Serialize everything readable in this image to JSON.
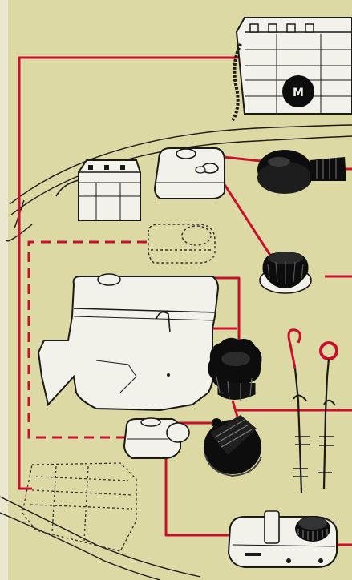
{
  "colors": {
    "background": "#ddd9a4",
    "wire_red": "#c8102e",
    "outline": "#1a1a1a",
    "component_fill": "#f2f1ea",
    "cap_black": "#0d0d0d"
  },
  "labels": {
    "battery_terminal": "M"
  },
  "diagram": {
    "components": [
      {
        "name": "main-battery",
        "style": "solid"
      },
      {
        "name": "auxiliary-battery",
        "style": "solid"
      },
      {
        "name": "washer-reservoir",
        "style": "solid"
      },
      {
        "name": "hidden-reservoir",
        "style": "dashed"
      },
      {
        "name": "engine-block",
        "style": "solid"
      },
      {
        "name": "brake-fluid-reservoir",
        "style": "solid"
      },
      {
        "name": "hidden-unit",
        "style": "dashed"
      },
      {
        "name": "coolant-tank",
        "style": "solid"
      },
      {
        "name": "black-cap-round",
        "style": "filled"
      },
      {
        "name": "black-cap-knurled",
        "style": "filled"
      },
      {
        "name": "oil-filler-cap",
        "style": "filled"
      },
      {
        "name": "radiator-cap",
        "style": "filled"
      },
      {
        "name": "engine-oil-dipstick",
        "style": "hook"
      },
      {
        "name": "transmission-dipstick",
        "style": "ring"
      }
    ],
    "wire_styles": [
      "solid",
      "dashed"
    ]
  }
}
